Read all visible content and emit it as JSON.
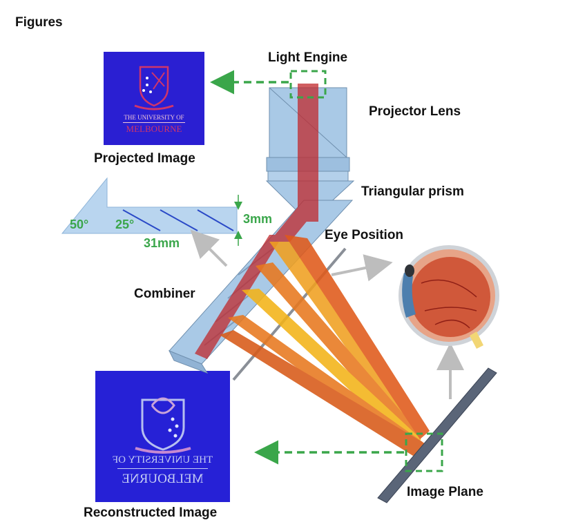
{
  "header": {
    "title": "Figures"
  },
  "labels": {
    "light_engine": "Light Engine",
    "projector_lens": "Projector Lens",
    "triangular_prism": "Triangular prism",
    "eye_position": "Eye Position",
    "combiner": "Combiner",
    "projected_image": "Projected Image",
    "reconstructed_image": "Reconstructed Image",
    "image_plane": "Image Plane"
  },
  "dimensions": {
    "angle_50": "50°",
    "angle_25": "25°",
    "thickness": "3mm",
    "length": "31mm"
  },
  "projected_logo": {
    "line1": "THE UNIVERSITY OF",
    "line2": "MELBOURNE"
  },
  "reconstructed_logo": {
    "line1": "THE UNIVERSITY OF",
    "line2": "MELBOURNE"
  },
  "colors": {
    "panel_blue": "#2a1fd2",
    "arrow_green": "#3aa64a",
    "beam_red": "#c0282c",
    "ray_orange": "#e8781e",
    "optic_blue": "#a9c9e6"
  }
}
